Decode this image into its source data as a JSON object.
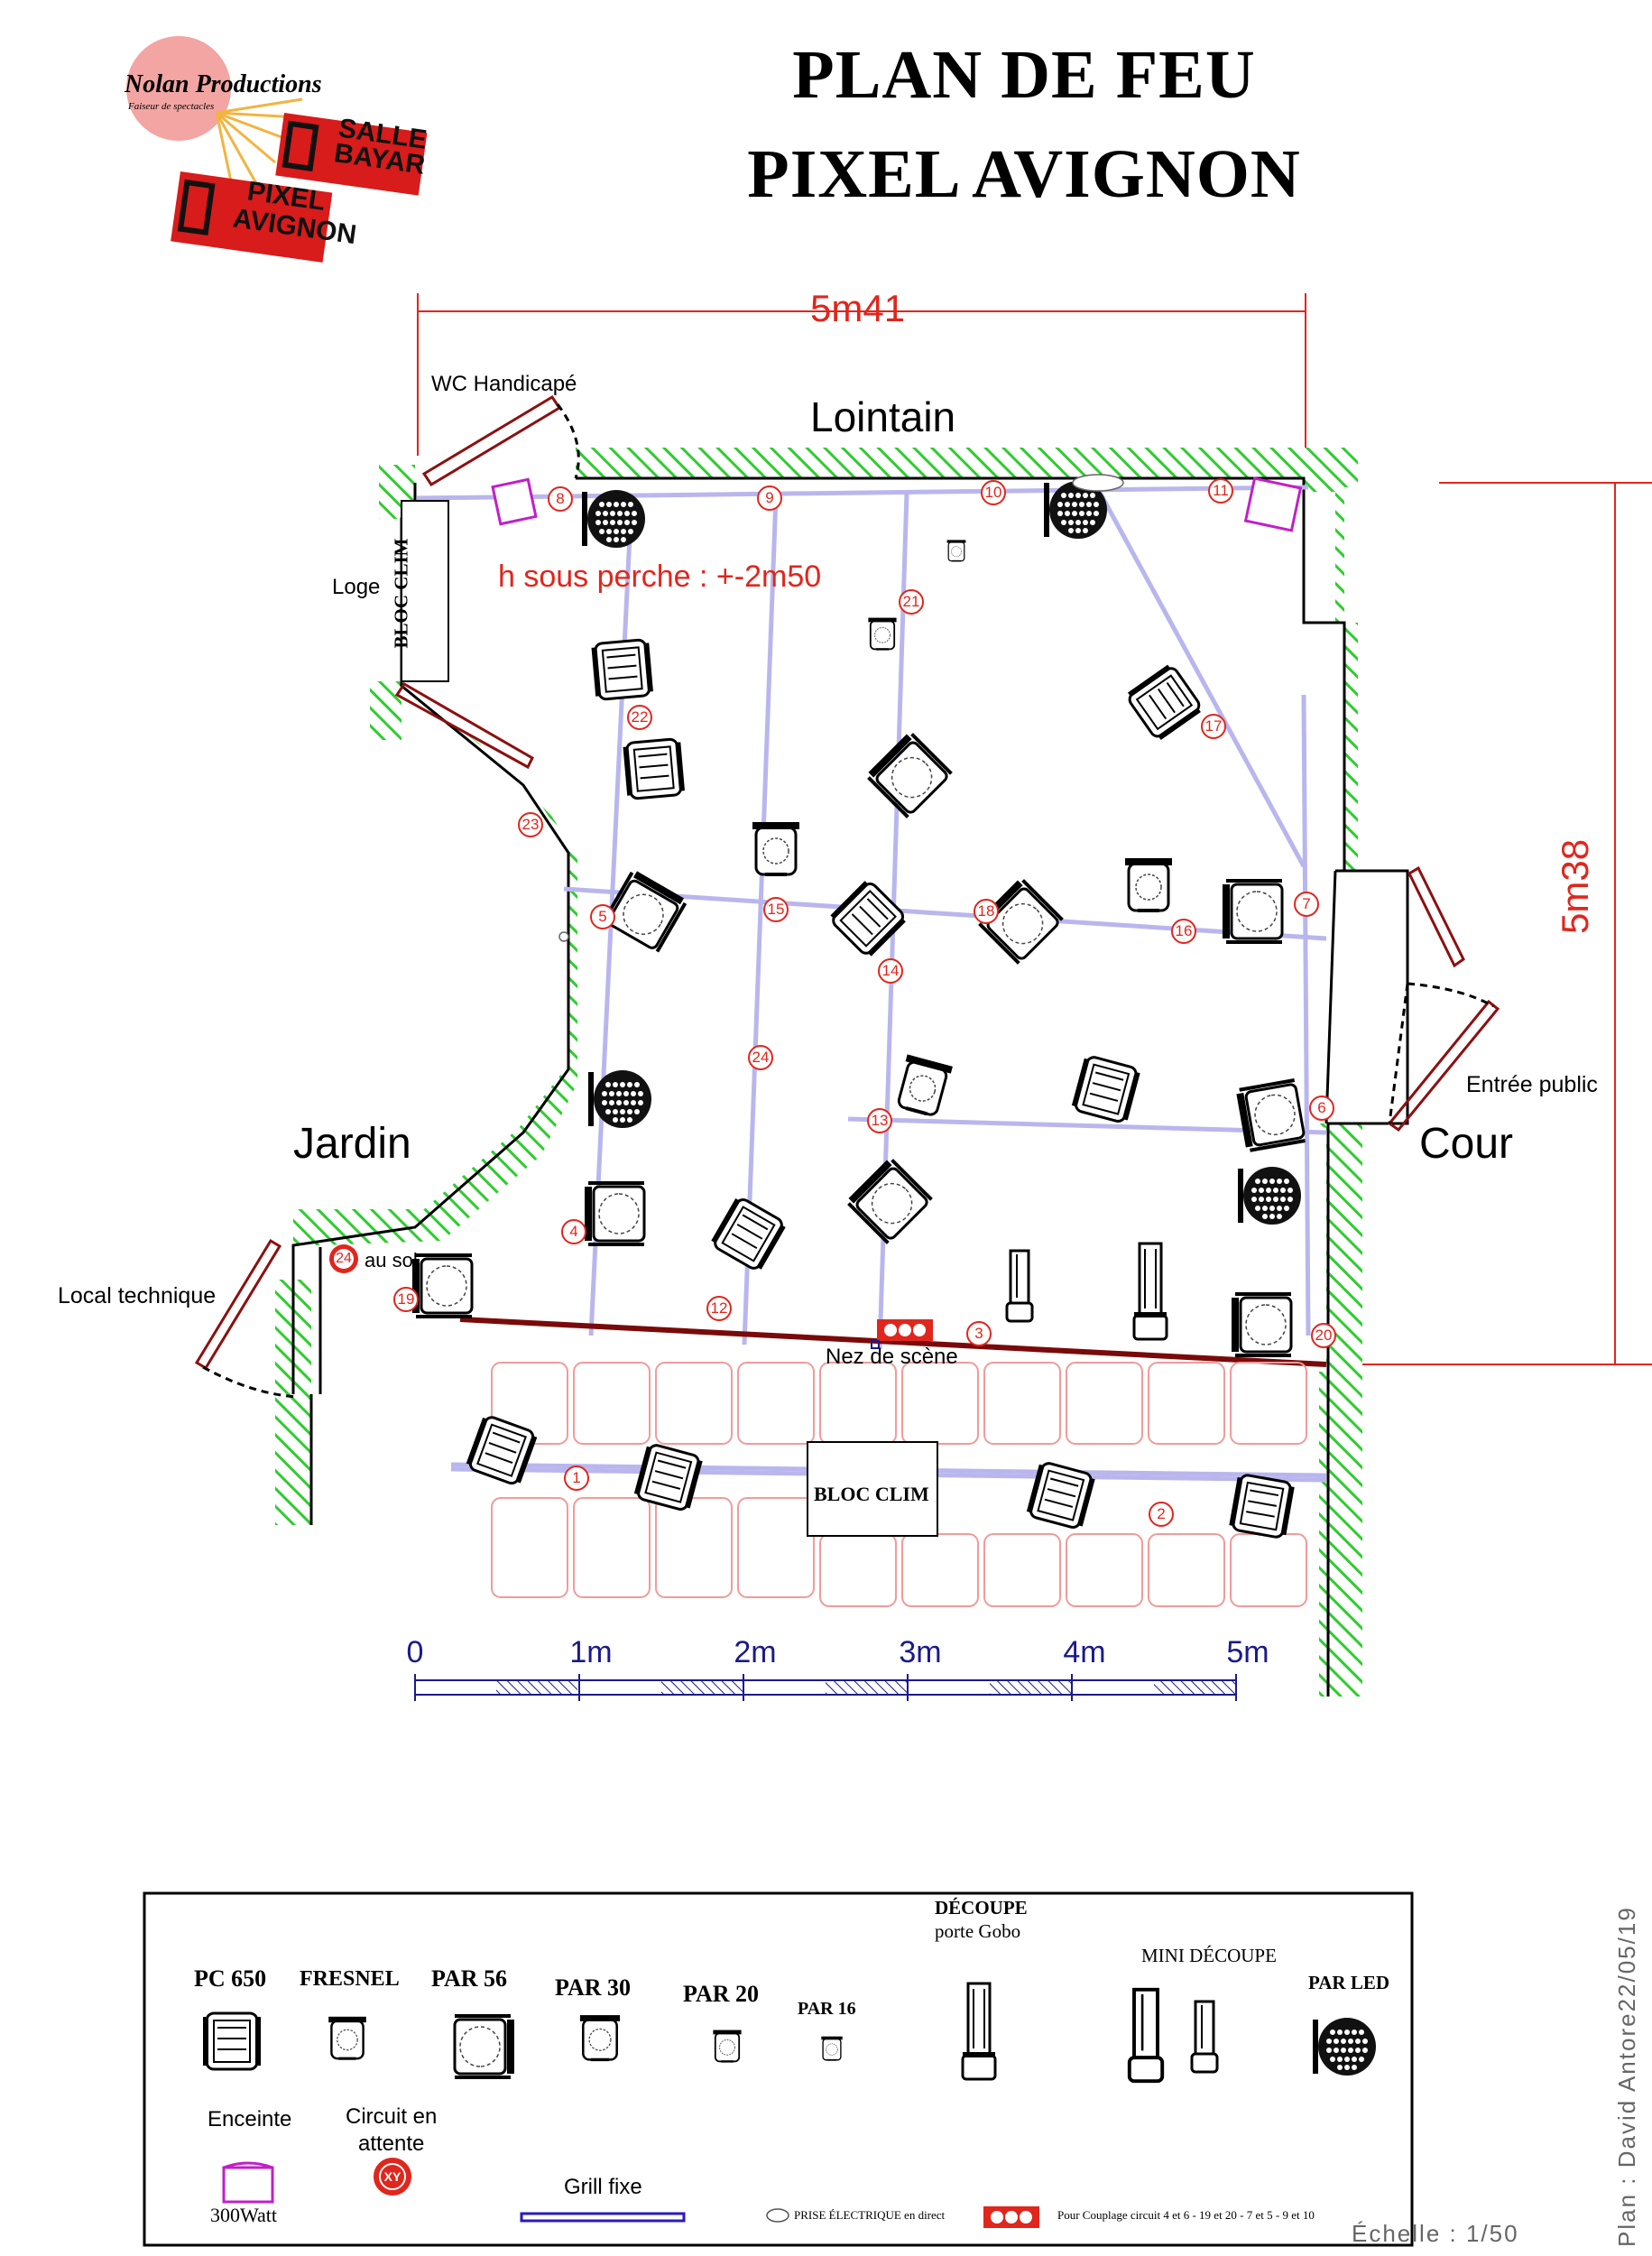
{
  "logo": {
    "company": "Nolan Productions",
    "tagline": "Faiseur de spectacles",
    "venue1": "SALLE BAYAR",
    "venue2": "PIXEL AVIGNON"
  },
  "title": {
    "line1": "PLAN DE FEU",
    "line2": "PIXEL AVIGNON"
  },
  "dimensions": {
    "width": "5m41",
    "height": "5m38"
  },
  "labels": {
    "lointain": "Lointain",
    "wc": "WC Handicapé",
    "loge": "Loge",
    "bloc_clim": "BLOC CLIM",
    "height_note": "h sous perche : +-2m50",
    "jardin": "Jardin",
    "cour": "Cour",
    "entree_public": "Entrée public",
    "local_technique": "Local technique",
    "au_sol": "au sol",
    "nez_de_scene": "Nez de scène"
  },
  "circuits": {
    "c1": "1",
    "c2": "2",
    "c3": "3",
    "c4": "4",
    "c5": "5",
    "c6": "6",
    "c7": "7",
    "c8": "8",
    "c9": "9",
    "c10": "10",
    "c11": "11",
    "c12": "12",
    "c13": "13",
    "c14": "14",
    "c15": "15",
    "c16": "16",
    "c17": "17",
    "c18": "18",
    "c19": "19",
    "c20": "20",
    "c21": "21",
    "c22": "22",
    "c23": "23",
    "c24a": "24",
    "c24b": "24"
  },
  "scale_bar": {
    "ticks": [
      "0",
      "1m",
      "2m",
      "3m",
      "4m",
      "5m"
    ]
  },
  "legend": {
    "pc650": "PC 650",
    "fresnel": "FRESNEL",
    "par56": "PAR 56",
    "par30": "PAR 30",
    "par20": "PAR 20",
    "par16": "PAR 16",
    "decoupe": "DÉCOUPE",
    "decoupe_sub": "porte Gobo",
    "mini_decoupe": "MINI DÉCOUPE",
    "par_led": "PAR LED",
    "enceinte": "Enceinte",
    "enceinte_sub": "300Watt",
    "circuit_attente_1": "Circuit en",
    "circuit_attente_2": "attente",
    "xy": "XY",
    "grill": "Grill fixe",
    "prise": "PRISE ÉLECTRIQUE en direct",
    "couplage": "Pour Couplage circuit 4 et 6 - 19 et 20 - 7 et 5 - 9 et 10"
  },
  "footer": {
    "plan": "Plan : David Antore22/05/19",
    "echelle": "Échelle : 1/50"
  },
  "colors": {
    "dimension_red": "#e0261d",
    "wall_green": "#2ecc2e",
    "grid_line": "#b9b6ee",
    "seat_pink": "#f09b9b",
    "nez_line": "#7a0a0a",
    "scale_blue": "#1a1a8c",
    "enceinte_magenta": "#c21fc8"
  }
}
